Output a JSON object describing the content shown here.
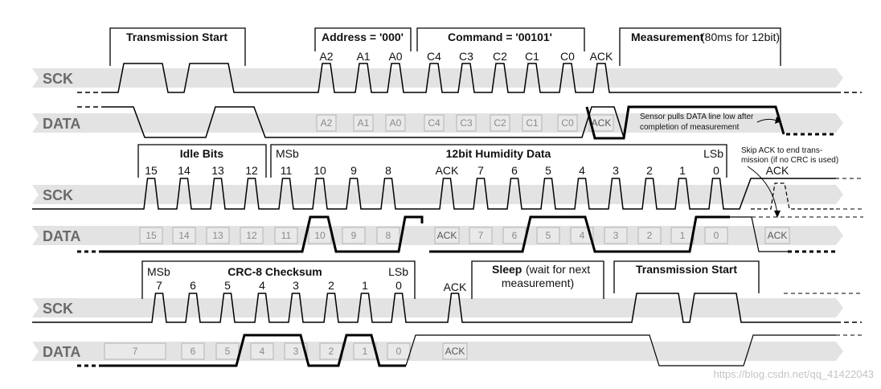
{
  "watermark": "https://blog.csdn.net/qq_41422043",
  "chart_data": {
    "type": "timing_diagram",
    "signals": [
      "SCK",
      "DATA"
    ],
    "sections": [
      {
        "boxes": [
          {
            "title": "Transmission Start",
            "note": ""
          },
          {
            "title": "Address = '000'",
            "note": ""
          },
          {
            "title": "Command = '00101'",
            "note": ""
          },
          {
            "title": "Measurement",
            "note": "(80ms for 12bit)"
          }
        ],
        "clock_labels": [
          "A2",
          "A1",
          "A0",
          "C4",
          "C3",
          "C2",
          "C1",
          "C0",
          "ACK"
        ],
        "data_cells": [
          "A2",
          "A1",
          "A0",
          "C4",
          "C3",
          "C2",
          "C1",
          "C0",
          "ACK"
        ],
        "annotation": [
          "Sensor pulls DATA line low after",
          "completion of measurement"
        ]
      },
      {
        "boxes": [
          {
            "title": "Idle Bits",
            "note": ""
          },
          {
            "title": "12bit Humidity Data",
            "note": ""
          }
        ],
        "clock_labels": [
          "15",
          "14",
          "13",
          "12",
          "11",
          "10",
          "9",
          "8",
          "ACK",
          "7",
          "6",
          "5",
          "4",
          "3",
          "2",
          "1",
          "0",
          "ACK"
        ],
        "msb_label": "MSb",
        "lsb_label": "LSb",
        "data_cells": [
          "15",
          "14",
          "13",
          "12",
          "11",
          "10",
          "9",
          "8",
          "ACK",
          "7",
          "6",
          "5",
          "4",
          "3",
          "2",
          "1",
          "0",
          "ACK"
        ],
        "annotation": [
          "Skip ACK to end trans-",
          "mission (if no CRC is used)"
        ]
      },
      {
        "boxes": [
          {
            "title": "CRC-8 Checksum",
            "note": ""
          },
          {
            "title": "Sleep",
            "note": "(wait for next"
          },
          {
            "title": "Transmission Start",
            "note": ""
          }
        ],
        "sleep_note_2": "measurement)",
        "clock_labels": [
          "7",
          "6",
          "5",
          "4",
          "3",
          "2",
          "1",
          "0",
          "ACK"
        ],
        "msb_label": "MSb",
        "lsb_label": "LSb",
        "data_cells": [
          "7",
          "6",
          "5",
          "4",
          "3",
          "2",
          "1",
          "0",
          "ACK"
        ]
      }
    ]
  }
}
